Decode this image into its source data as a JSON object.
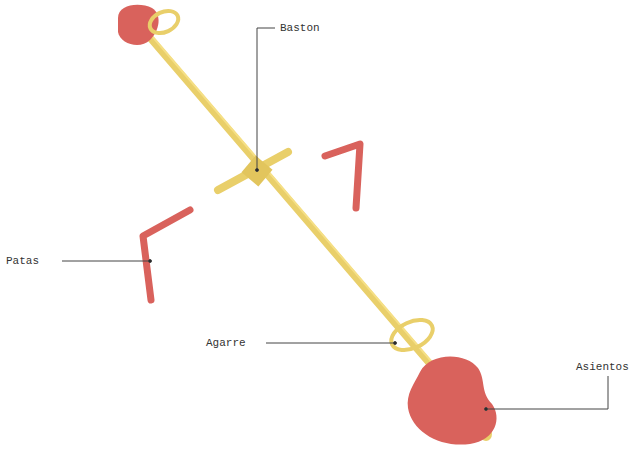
{
  "diagram": {
    "labels": [
      "Baston",
      "Patas",
      "Agarre",
      "Asientos"
    ]
  }
}
